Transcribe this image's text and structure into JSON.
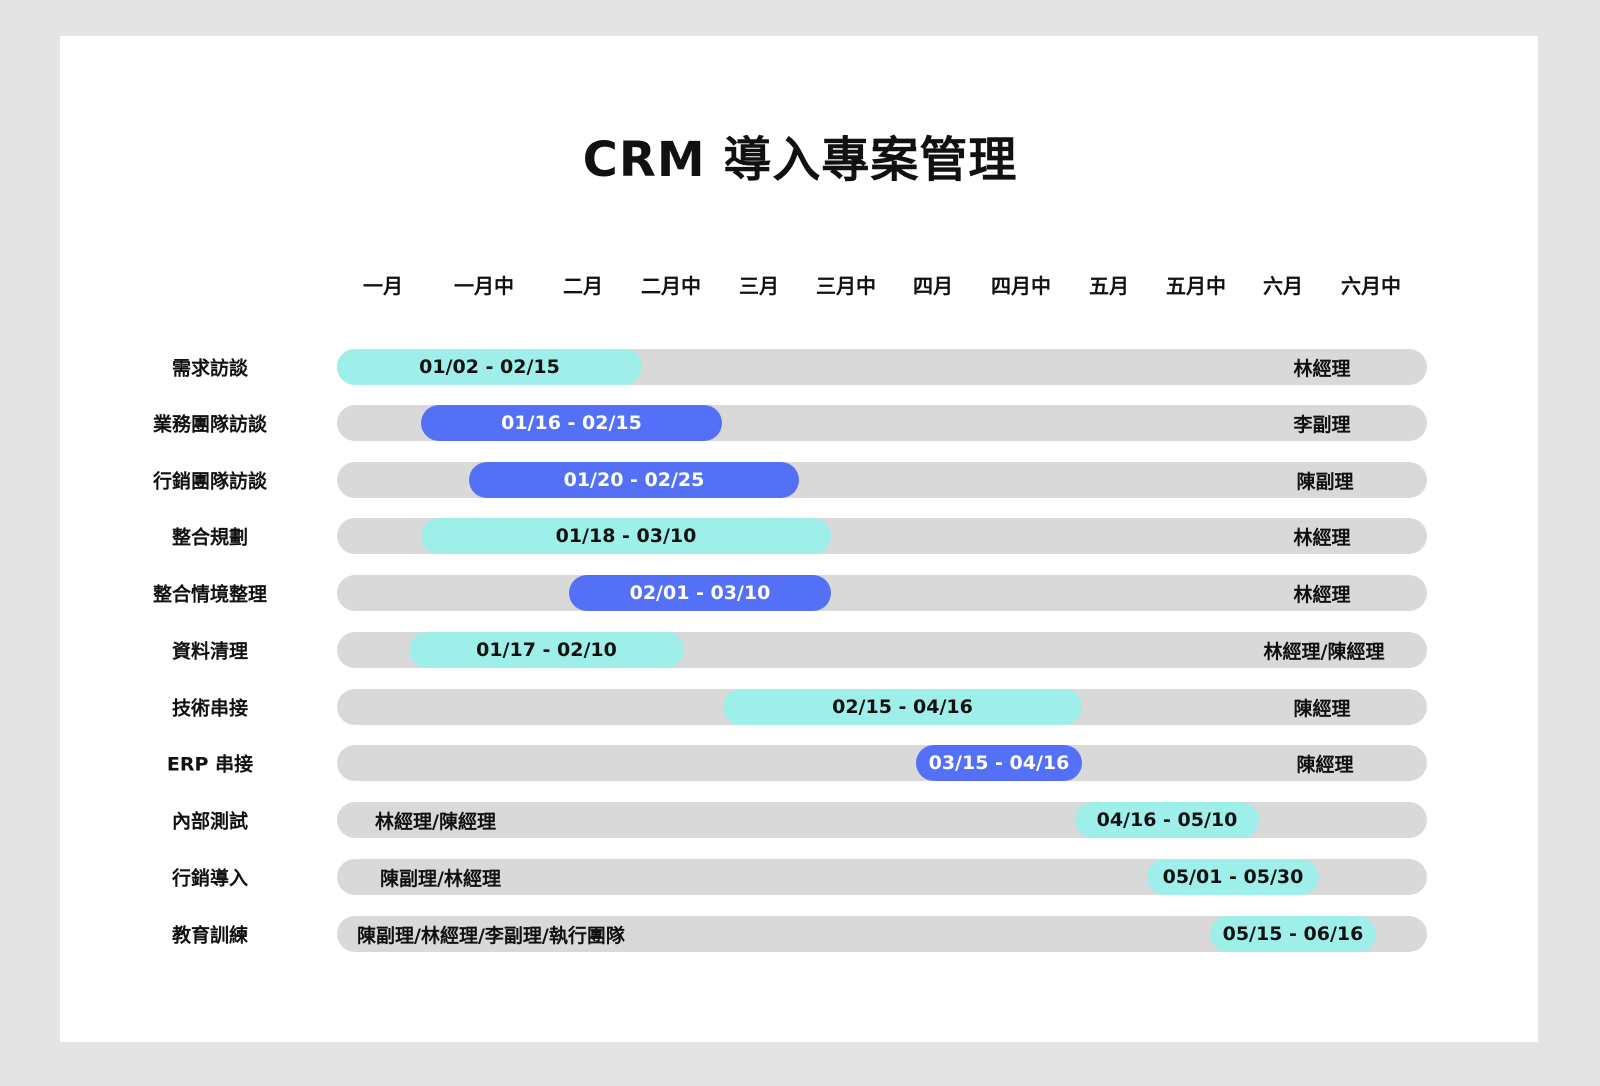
{
  "chart_data": {
    "type": "gantt",
    "title": "CRM 導入專案管理",
    "x_ticks": [
      "一月",
      "一月中",
      "二月",
      "二月中",
      "三月",
      "三月中",
      "四月",
      "四月中",
      "五月",
      "五月中",
      "六月",
      "六月中"
    ],
    "tasks": [
      {
        "name": "需求訪談",
        "start": "01/02",
        "end": "02/15",
        "range_label": "01/02 - 02/15",
        "owner": "林經理",
        "color": "cyan"
      },
      {
        "name": "業務團隊訪談",
        "start": "01/16",
        "end": "02/15",
        "range_label": "01/16 - 02/15",
        "owner": "李副理",
        "color": "blue"
      },
      {
        "name": "行銷團隊訪談",
        "start": "01/20",
        "end": "02/25",
        "range_label": "01/20 - 02/25",
        "owner": "陳副理",
        "color": "blue"
      },
      {
        "name": "整合規劃",
        "start": "01/18",
        "end": "03/10",
        "range_label": "01/18 - 03/10",
        "owner": "林經理",
        "color": "cyan"
      },
      {
        "name": "整合情境整理",
        "start": "02/01",
        "end": "03/10",
        "range_label": "02/01 - 03/10",
        "owner": "林經理",
        "color": "blue"
      },
      {
        "name": "資料清理",
        "start": "01/17",
        "end": "02/10",
        "range_label": "01/17 - 02/10",
        "owner": "林經理/陳經理",
        "color": "cyan"
      },
      {
        "name": "技術串接",
        "start": "02/15",
        "end": "04/16",
        "range_label": "02/15 - 04/16",
        "owner": "陳經理",
        "color": "cyan"
      },
      {
        "name": "ERP 串接",
        "start": "03/15",
        "end": "04/16",
        "range_label": "03/15 - 04/16",
        "owner": "陳經理",
        "color": "blue"
      },
      {
        "name": "內部測試",
        "start": "04/16",
        "end": "05/10",
        "range_label": "04/16 - 05/10",
        "owner": "林經理/陳經理",
        "color": "cyan"
      },
      {
        "name": "行銷導入",
        "start": "05/01",
        "end": "05/30",
        "range_label": "05/01 - 05/30",
        "owner": "陳副理/林經理",
        "color": "cyan"
      },
      {
        "name": "教育訓練",
        "start": "05/15",
        "end": "06/16",
        "range_label": "05/15 - 06/16",
        "owner": "陳副理/林經理/李副理/執行團隊",
        "color": "cyan"
      }
    ],
    "colors": {
      "cyan": "#9eeeea",
      "blue": "#5470f6",
      "track": "#d9d9d9"
    }
  }
}
